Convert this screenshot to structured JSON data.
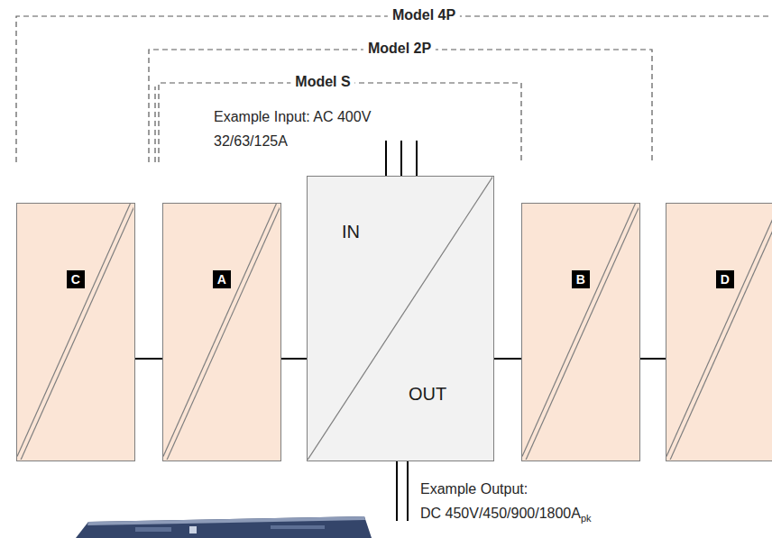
{
  "diagram": {
    "nodes": [
      {
        "text": [
          "C"
        ]
      },
      {
        "text": [
          "A"
        ]
      },
      {
        "text": [
          "IN",
          "OUT"
        ]
      },
      {
        "text": [
          "B"
        ]
      },
      {
        "text": [
          "D"
        ]
      }
    ],
    "edges": [
      {
        "from": 0,
        "to": 1,
        "arrow": "none"
      },
      {
        "from": 1,
        "to": 2,
        "arrow": "none"
      },
      {
        "from": 2,
        "to": 3,
        "arrow": "none"
      },
      {
        "from": 3,
        "to": 4,
        "arrow": "none"
      }
    ],
    "labels": [
      "Model 4P",
      "Model 2P",
      "Model S",
      "Example Input: AC 400V",
      "32/63/125A",
      "Example Output:",
      "DC 450V/450/900/1800A",
      "pk"
    ]
  }
}
